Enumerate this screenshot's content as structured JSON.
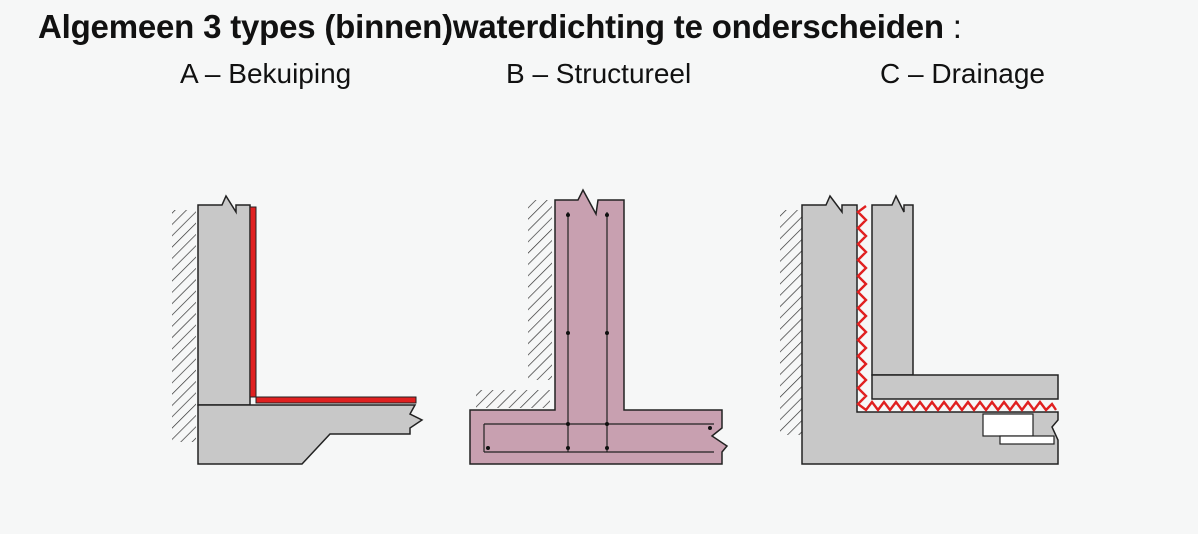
{
  "title": {
    "main": "Algemeen 3 types (binnen)waterdichting te onderscheiden",
    "colon": " :"
  },
  "types": [
    {
      "label": "A – Bekuiping"
    },
    {
      "label": "B – Structureel"
    },
    {
      "label": "C – Drainage"
    }
  ],
  "colors": {
    "concrete": "#c8c8c8",
    "structural_concrete": "#c8a0b0",
    "membrane": "#e02020",
    "outline": "#222222",
    "background": "#f6f7f7"
  }
}
